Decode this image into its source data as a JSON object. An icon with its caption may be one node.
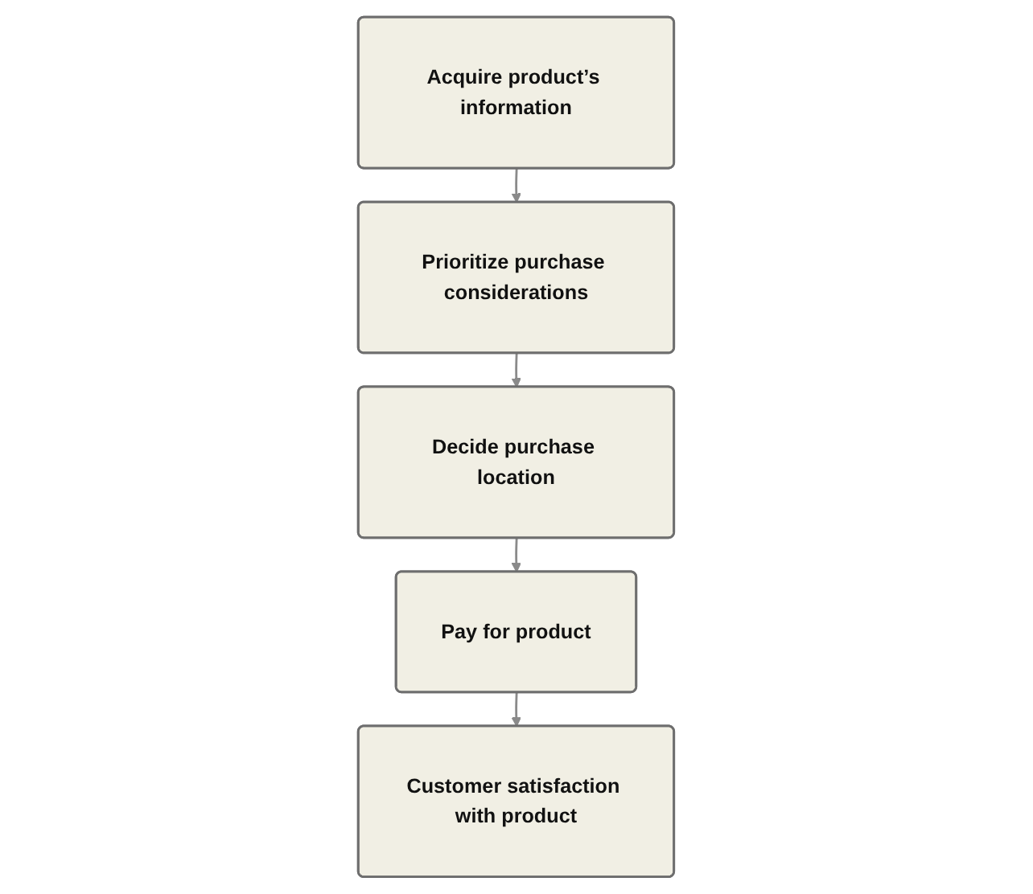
{
  "diagram": {
    "nodes": [
      {
        "text": [
          "Acquire product’s information"
        ]
      },
      {
        "text": [
          "Prioritize purchase considerations"
        ]
      },
      {
        "text": [
          "Decide purchase location"
        ]
      },
      {
        "text": [
          "Pay for product"
        ]
      },
      {
        "text": [
          "Customer satisfaction with product"
        ]
      }
    ],
    "edges": [
      {
        "from": 0,
        "to": 1,
        "arrow": "to"
      },
      {
        "from": 1,
        "to": 2,
        "arrow": "to"
      },
      {
        "from": 2,
        "to": 3,
        "arrow": "to"
      },
      {
        "from": 3,
        "to": 4,
        "arrow": "to"
      }
    ]
  }
}
